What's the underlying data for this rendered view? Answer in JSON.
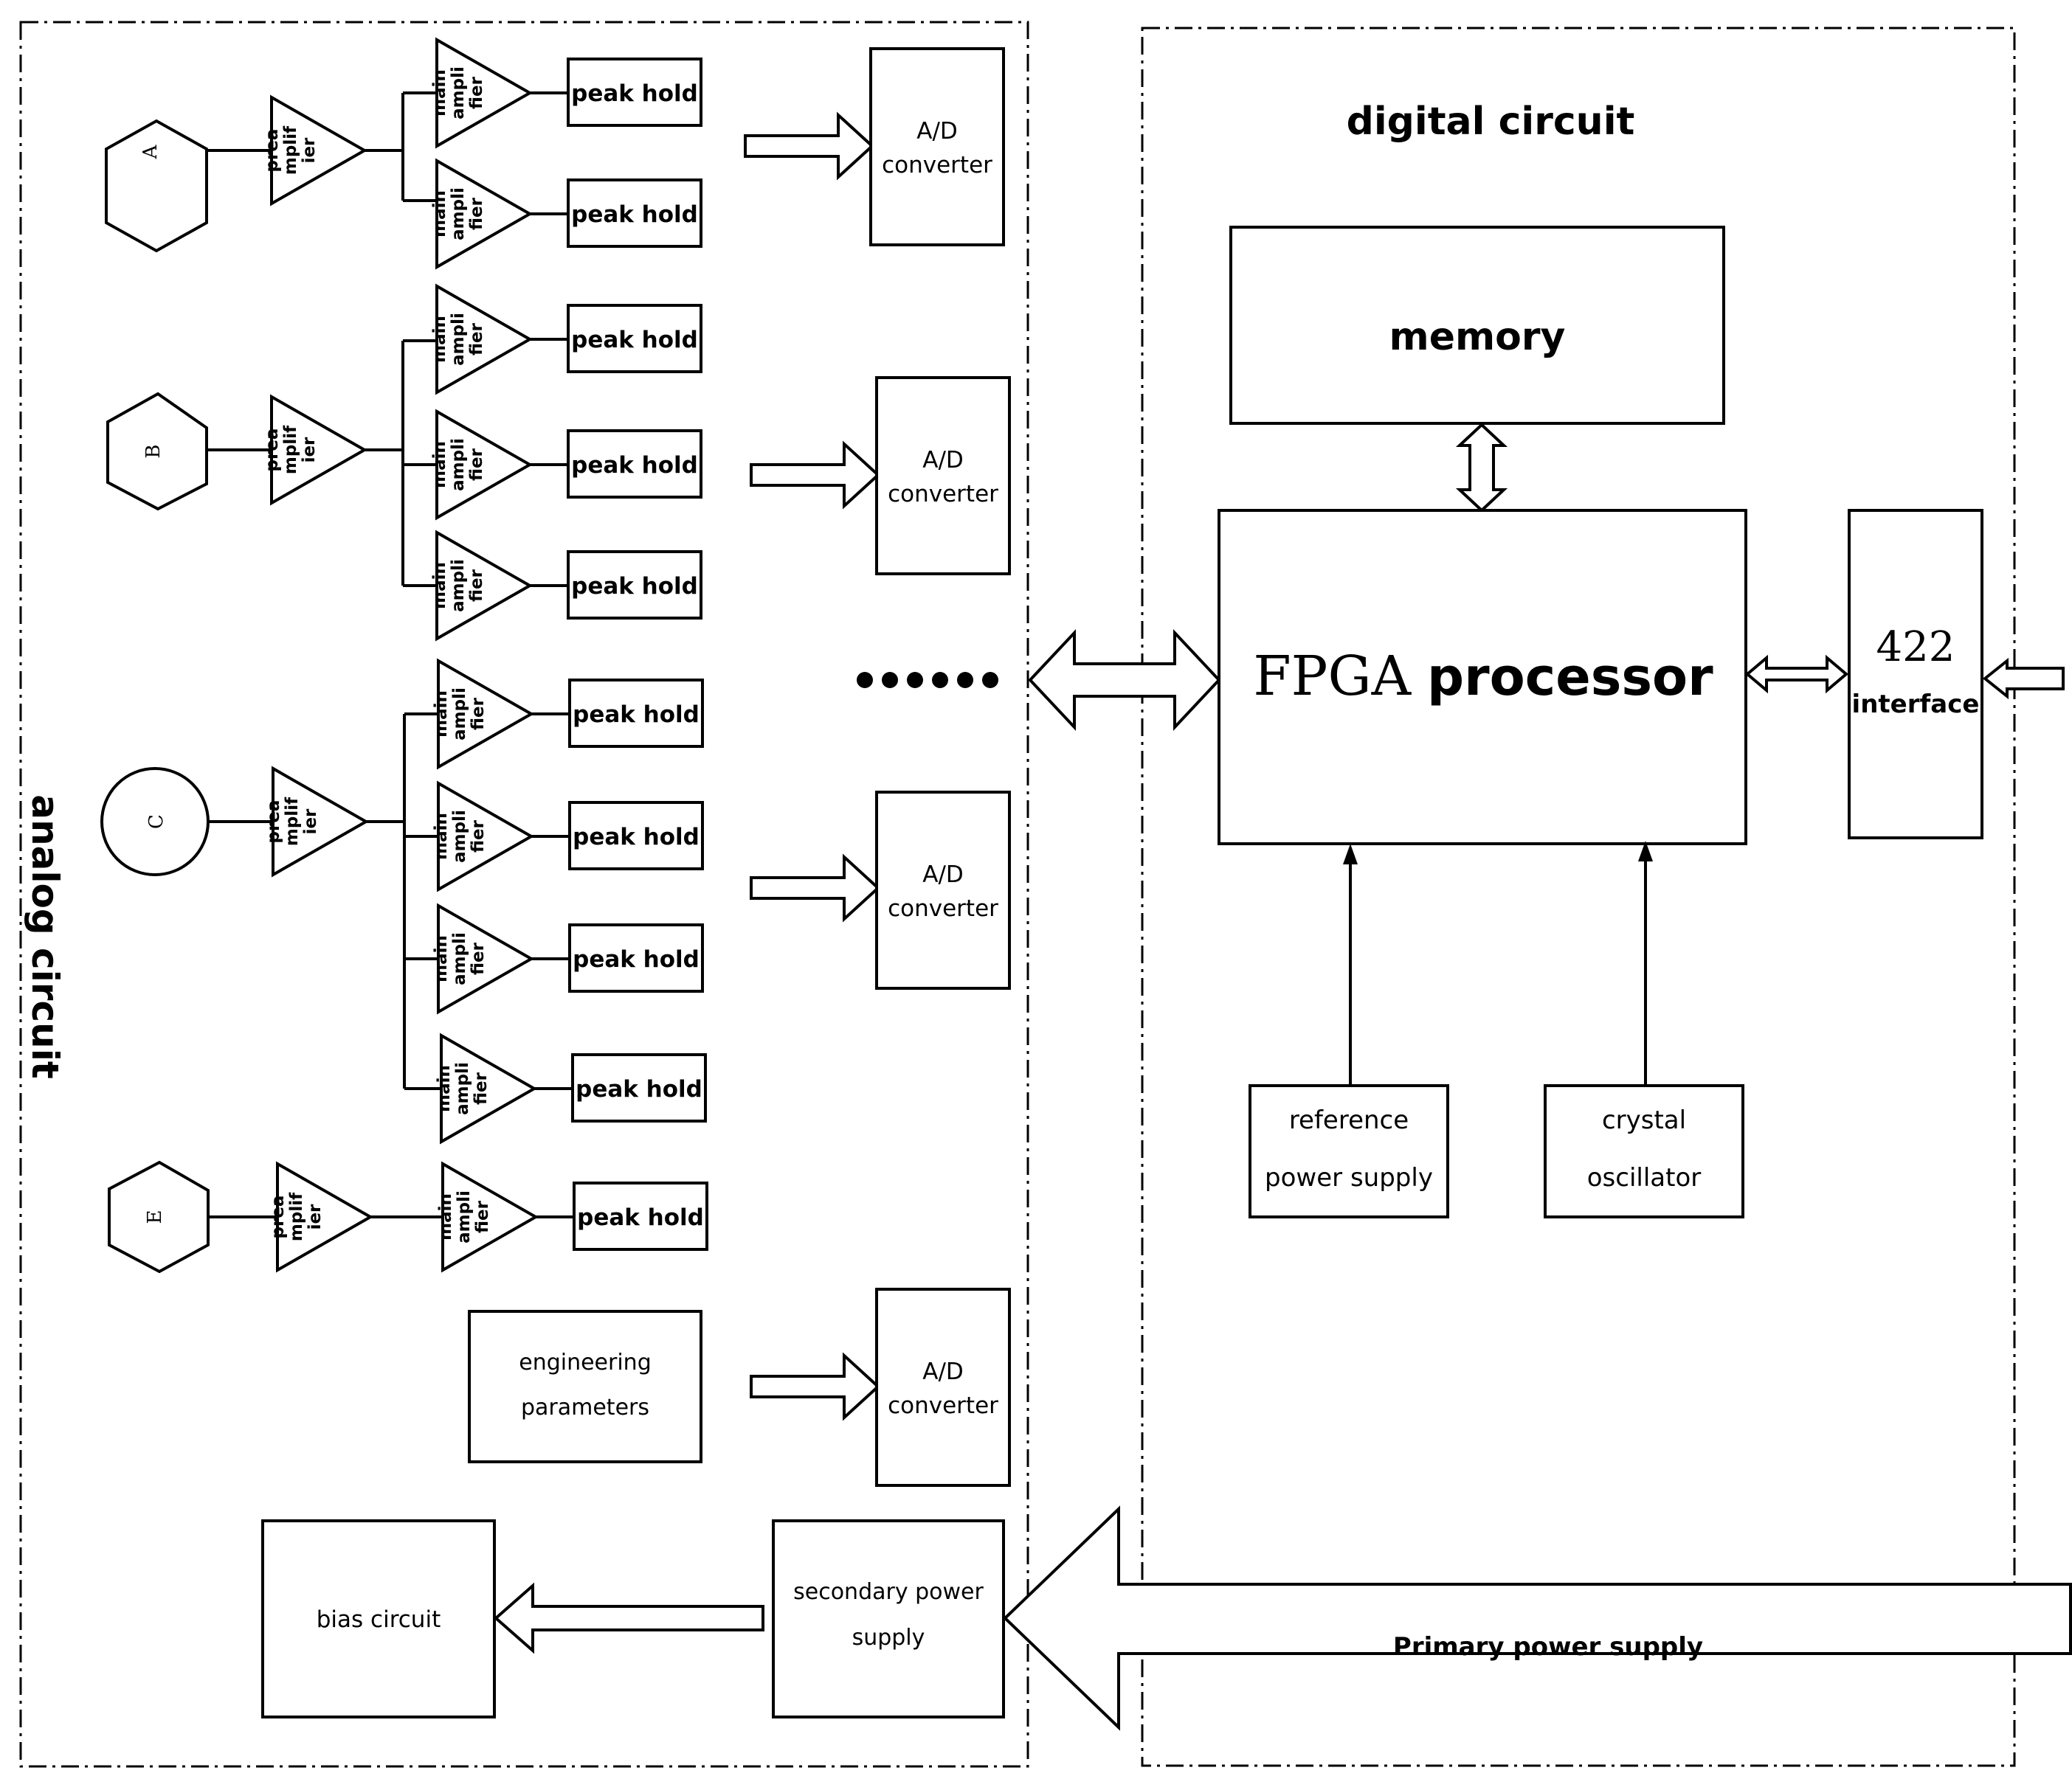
{
  "labels": {
    "analog_region": "analog circuit",
    "digital_region": "digital circuit",
    "detector_a": "A",
    "detector_b": "B",
    "detector_c": "C",
    "detector_e": "E",
    "preamplifier": "preamplifier",
    "preamp_lines": [
      "prea",
      "mplif",
      "ier"
    ],
    "main_amplifier": "main amplifier",
    "main_amp_lines": [
      "main",
      "ampli",
      "fier"
    ],
    "peak_hold": "peak hold",
    "adc_line1": "A/D",
    "adc_line2": "converter",
    "engineering_line1": "engineering",
    "engineering_line2": "parameters",
    "bias_circuit": "bias circuit",
    "secondary_line1": "secondary power",
    "secondary_line2": "supply",
    "primary_power": "Primary power supply",
    "memory": "memory",
    "fpga_part1": "FPGA",
    "fpga_part2": "processor",
    "interface_num": "422",
    "interface_word": "interface",
    "reference_line1": "reference",
    "reference_line2": "power supply",
    "crystal_line1": "crystal",
    "crystal_line2": "oscillator"
  }
}
